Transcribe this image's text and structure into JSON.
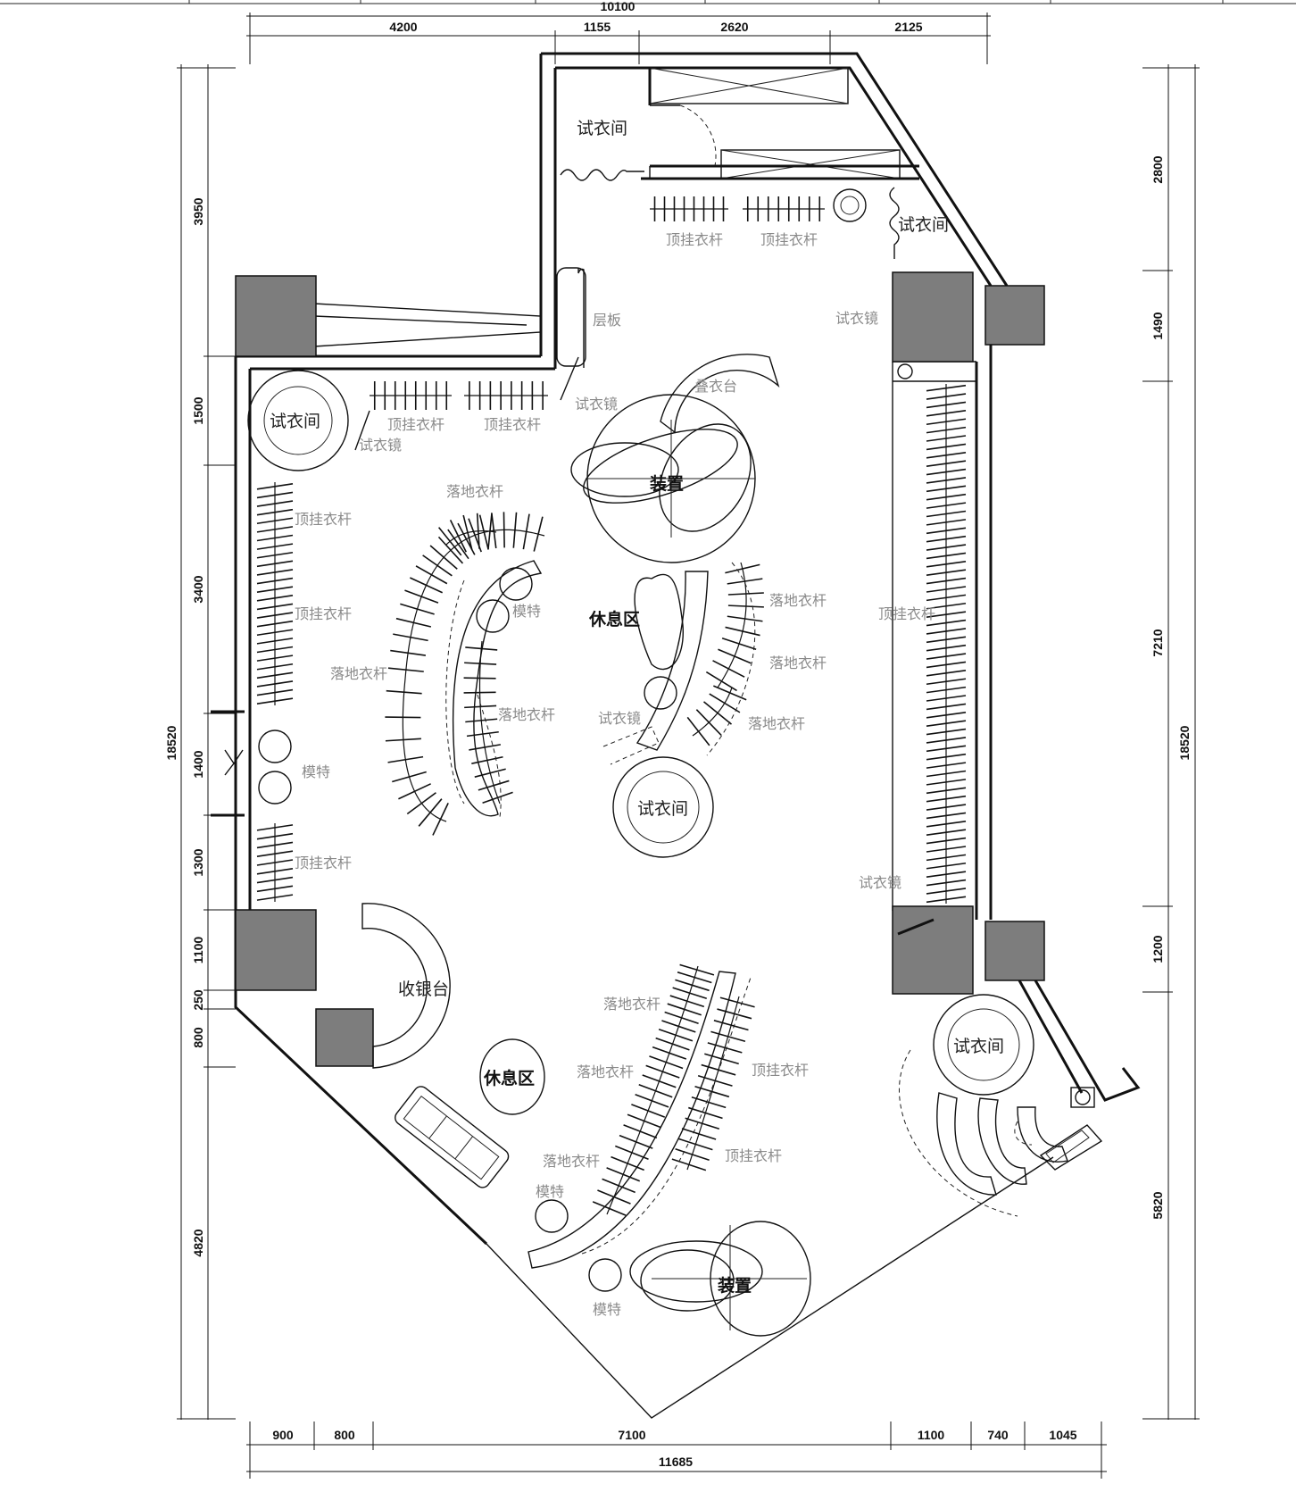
{
  "dimensions": {
    "top_total": "10100",
    "top": [
      "4200",
      "1155",
      "2620",
      "2125"
    ],
    "bottom": [
      "900",
      "800",
      "7100",
      "1100",
      "740",
      "1045"
    ],
    "bottom_total": "11685",
    "left": [
      "3950",
      "1500",
      "3400",
      "1400",
      "1300",
      "1100",
      "250",
      "800",
      "4820"
    ],
    "left_total": "18520",
    "right": [
      "2800",
      "1490",
      "7210",
      "1200",
      "5820"
    ],
    "right_total": "18520"
  },
  "labels": {
    "fitting_room": "试衣间",
    "hanging_rail": "顶挂衣杆",
    "floor_rail": "落地衣杆",
    "mirror": "试衣镜",
    "shelf": "层板",
    "folding_table": "叠衣台",
    "installation": "装置",
    "lounge": "休息区",
    "mannequin": "模特",
    "cashier": "收银台"
  }
}
